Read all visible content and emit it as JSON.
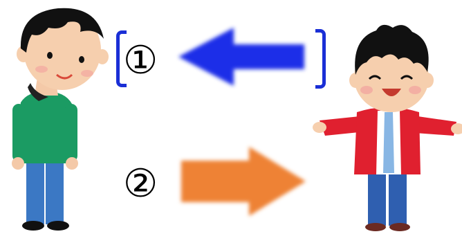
{
  "step_one": {
    "label": "①",
    "arrow_color": "#1a2fe8",
    "bracket_color": "#1a2fd6"
  },
  "step_two": {
    "label": "②",
    "arrow_color": "#ee8236"
  },
  "people": {
    "left": "person-green-shirt",
    "right": "boy-red-jacket"
  }
}
